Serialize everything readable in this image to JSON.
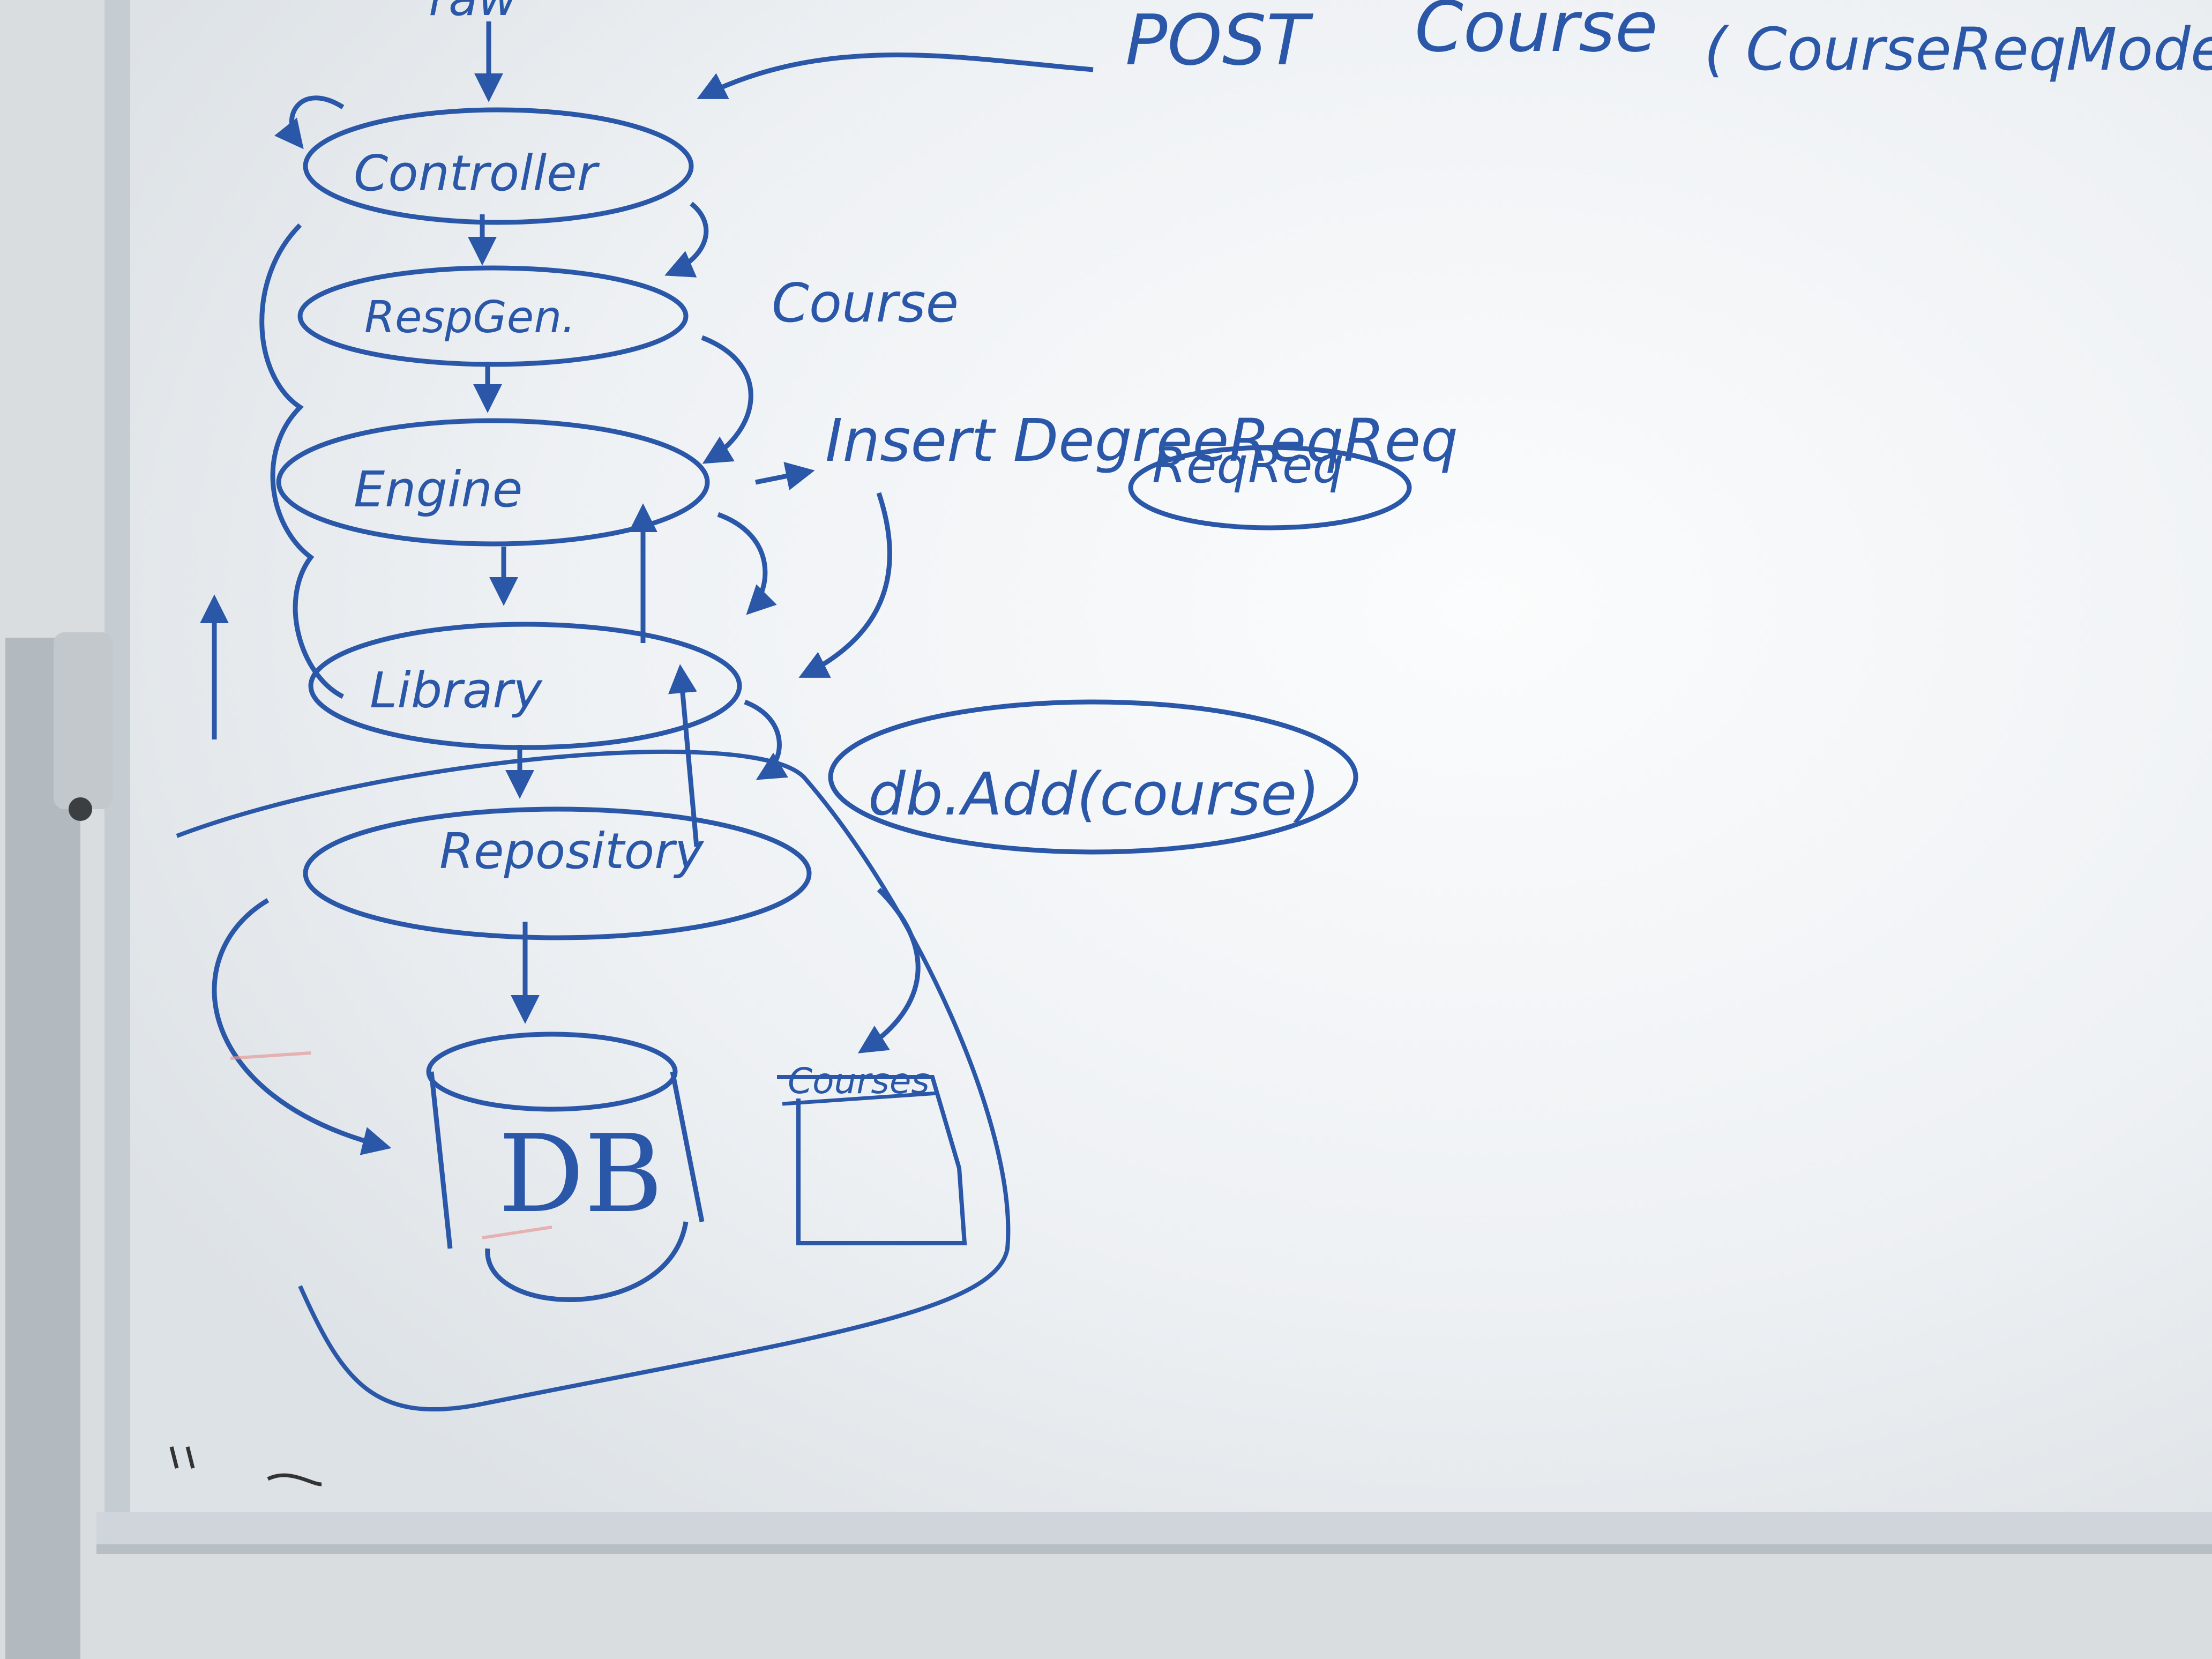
{
  "request": {
    "top_fragment": "raw",
    "post_label": "POST",
    "post_route": "Course",
    "post_model": "( CourseReqModel)"
  },
  "layers": [
    {
      "label": "Controller"
    },
    {
      "label": "RespGen."
    },
    {
      "label": "Engine"
    },
    {
      "label": "Library"
    },
    {
      "label": "Repository"
    }
  ],
  "notes": {
    "course_note": "Course",
    "insert_note": "Insert DegreeReqReq",
    "reqreq_note": "ReqReq",
    "dbadd_note": "db.Add(course)"
  },
  "storage": {
    "db_label": "DB",
    "table_label": "Courses"
  },
  "colors": {
    "ink": "#2a57a8",
    "board": "#f4f6f8",
    "frame": "#c9cfd4",
    "wall": "#dfe3e6"
  }
}
